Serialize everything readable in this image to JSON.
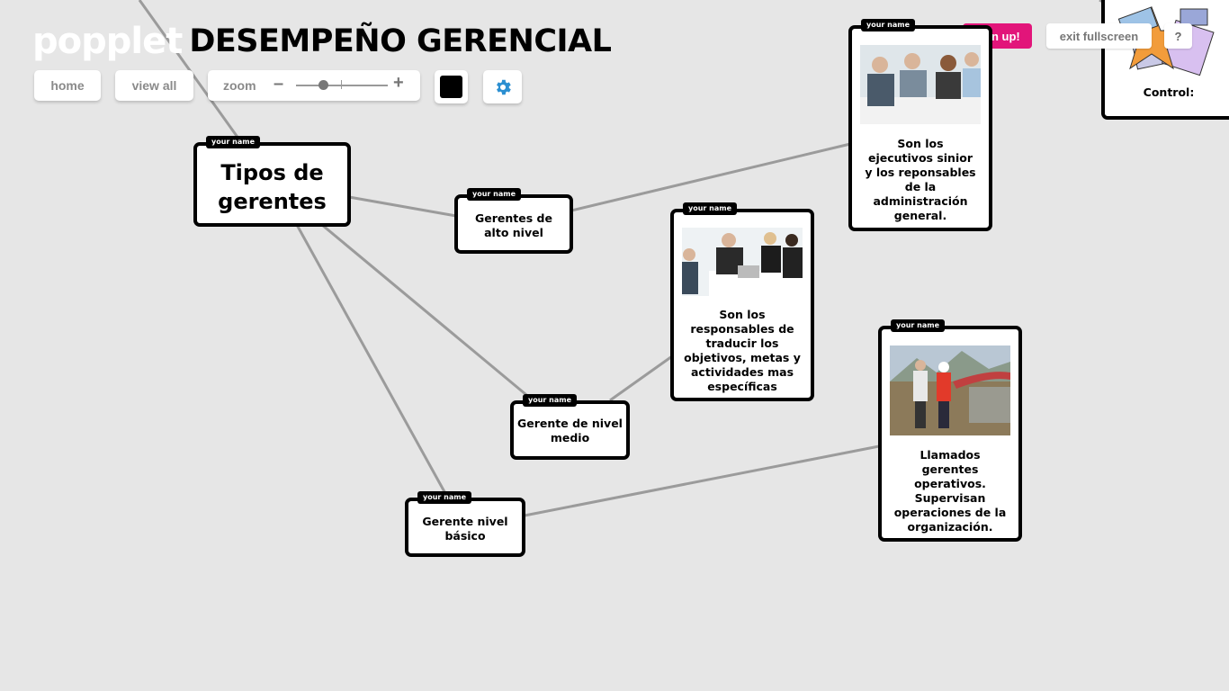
{
  "header": {
    "logo": "popplet",
    "board_title": "DESEMPEÑO GERENCIAL"
  },
  "toolbar": {
    "home_label": "home",
    "view_all_label": "view all",
    "zoom_label": "zoom",
    "zoom_minus": "–",
    "zoom_plus": "+",
    "zoom_level": 0.3
  },
  "top_right": {
    "signup_label": "sign up!",
    "exit_fullscreen_label": "exit fullscreen",
    "help_label": "?"
  },
  "colors": {
    "accent_pink": "#e2157a",
    "popple_border": "#000000",
    "connector": "#9b9b9b",
    "background": "#e6e6e6"
  },
  "popples": {
    "tag": "your name",
    "tipos": "Tipos de gerentes",
    "alto": "Gerentes de alto nivel",
    "medio": "Gerente de nivel medio",
    "basico": "Gerente nivel básico",
    "ejecutivos": "Son los ejecutivos sinior y los reponsables de la administración general.",
    "responsables": "Son los responsables de traducir los objetivos, metas y actividades mas específicas",
    "operativos": "Llamados gerentes operativos. Supervisan operaciones de la organización.",
    "control": "Control:"
  }
}
